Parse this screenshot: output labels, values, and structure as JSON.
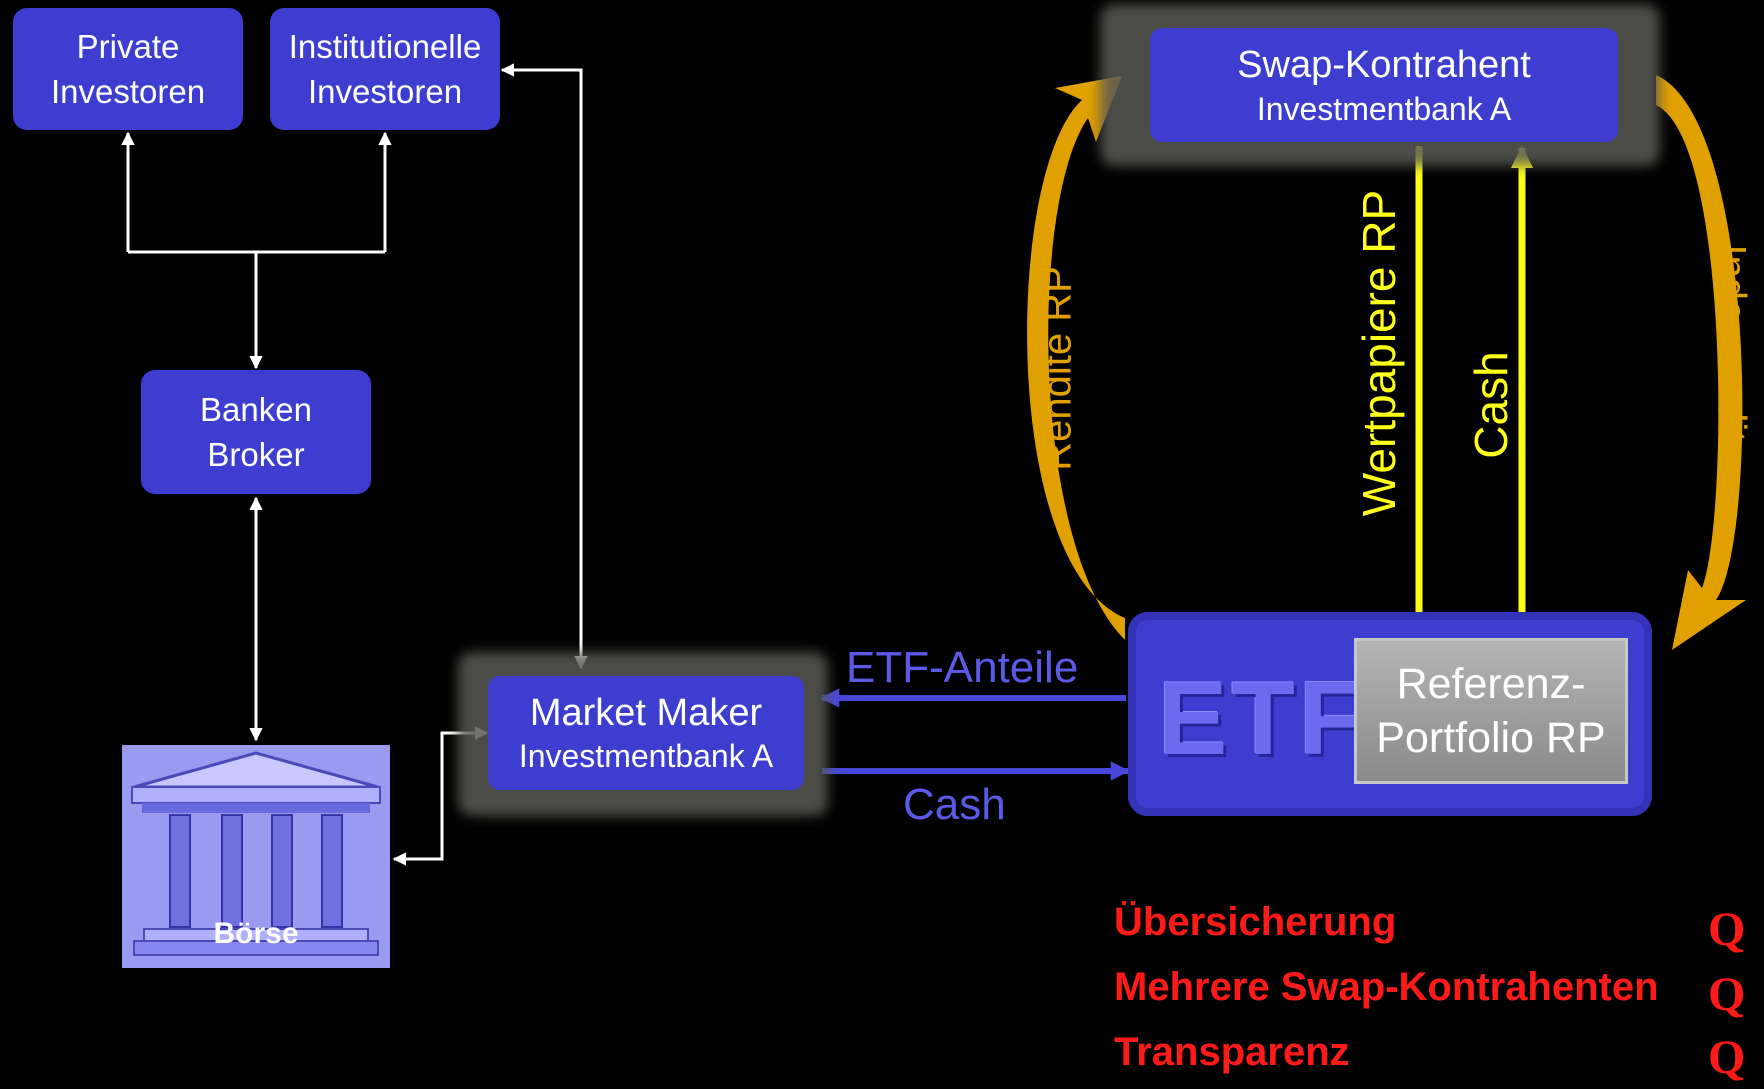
{
  "nodes": {
    "private": {
      "line1": "Private",
      "line2": "Investoren"
    },
    "institutional": {
      "line1": "Institutionelle",
      "line2": "Investoren"
    },
    "banks": {
      "line1": "Banken",
      "line2": "Broker"
    },
    "exchange": {
      "label": "Börse"
    },
    "market_maker": {
      "line1": "Market Maker",
      "line2": "Investmentbank A"
    },
    "swap": {
      "line1": "Swap-Kontrahent",
      "line2": "Investmentbank A"
    },
    "etf": {
      "label": "ETF"
    },
    "reference": {
      "line1": "Referenz-",
      "line2": "Portfolio RP"
    }
  },
  "flows": {
    "etf_shares": "ETF-Anteile",
    "cash_bottom": "Cash",
    "yield_rp": "Rendite RP",
    "index_yield": "Indexrendite",
    "securities_rp": "Wertpapiere RP",
    "cash_vertical": "Cash"
  },
  "risks": [
    {
      "label": "Übersicherung",
      "mark": "Q"
    },
    {
      "label": "Mehrere Swap-Kontrahenten",
      "mark": "Q"
    },
    {
      "label": "Transparenz",
      "mark": "Q"
    }
  ],
  "colors": {
    "box": "#3d3dd0",
    "arrow_orange": "#e0a000",
    "arrow_yellow": "#ffff1a",
    "risk_red": "#ff1a1a",
    "flow_blue": "#4848d8"
  }
}
